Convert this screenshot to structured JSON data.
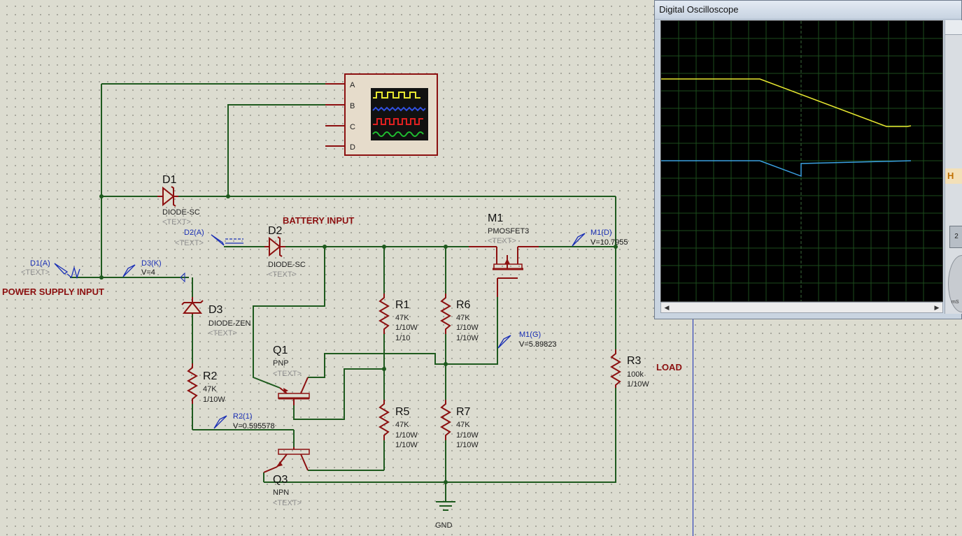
{
  "schematic": {
    "labels": {
      "power_supply_input": "POWER SUPPLY INPUT",
      "battery_input": "BATTERY INPUT",
      "load": "LOAD",
      "gnd": "GND",
      "text_placeholder": "<TEXT>"
    },
    "components": {
      "d1": {
        "ref": "D1",
        "type": "DIODE-SC"
      },
      "d2": {
        "ref": "D2",
        "type": "DIODE-SC"
      },
      "d3": {
        "ref": "D3",
        "type": "DIODE-ZEN"
      },
      "m1": {
        "ref": "M1",
        "type": "PMOSFET3"
      },
      "q1": {
        "ref": "Q1",
        "type": "PNP"
      },
      "q3": {
        "ref": "Q3",
        "type": "NPN"
      },
      "r1": {
        "ref": "R1",
        "value": "47K",
        "power": "1/10W",
        "extra": "1/10"
      },
      "r2": {
        "ref": "R2",
        "value": "47K",
        "power": "1/10W"
      },
      "r3": {
        "ref": "R3",
        "value": "100k",
        "power": "1/10W"
      },
      "r5": {
        "ref": "R5",
        "value": "47K",
        "power": "1/10W",
        "extra": "1/10W"
      },
      "r6": {
        "ref": "R6",
        "value": "47K",
        "power": "1/10W",
        "extra": "1/10W"
      },
      "r7": {
        "ref": "R7",
        "value": "47K",
        "power": "1/10W",
        "extra": "1/10W"
      }
    },
    "probes": {
      "d1a": {
        "name": "D1(A)"
      },
      "d3k": {
        "name": "D3(K)",
        "value": "V=4"
      },
      "d2a": {
        "name": "D2(A)"
      },
      "m1d": {
        "name": "M1(D)",
        "value": "V=10.7955"
      },
      "m1g": {
        "name": "M1(G)",
        "value": "V=5.89823"
      },
      "r21": {
        "name": "R2(1)",
        "value": "V=0.595578"
      }
    },
    "oscilloscope_symbol": {
      "channels": [
        "A",
        "B",
        "C",
        "D"
      ]
    }
  },
  "scope_window": {
    "title": "Digital Oscilloscope",
    "panel_h_label": "H",
    "button_label": "2",
    "knob_label": "mS",
    "trace_colors": {
      "channel_a": "#e8e830",
      "channel_b": "#3aa0e0"
    }
  }
}
